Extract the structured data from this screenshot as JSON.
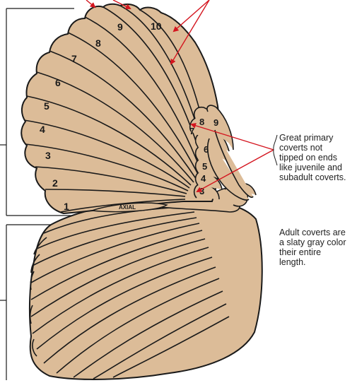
{
  "primaries": [
    "1",
    "2",
    "3",
    "4",
    "5",
    "6",
    "7",
    "8",
    "9",
    "10"
  ],
  "primary_coverts": [
    "3",
    "4",
    "5",
    "6",
    "7",
    "8",
    "9"
  ],
  "axial_label": "AXIAL",
  "note_great_coverts": [
    "Great primary",
    "coverts not",
    "tipped on ends",
    "like juvenile and",
    "subadult coverts."
  ],
  "note_adult_coverts": [
    "Adult coverts are",
    "a slaty gray color",
    "their entire",
    "length."
  ],
  "colors": {
    "feather": "#dcbc98",
    "outline": "#1a1a1a",
    "arrow": "#d4151f"
  }
}
